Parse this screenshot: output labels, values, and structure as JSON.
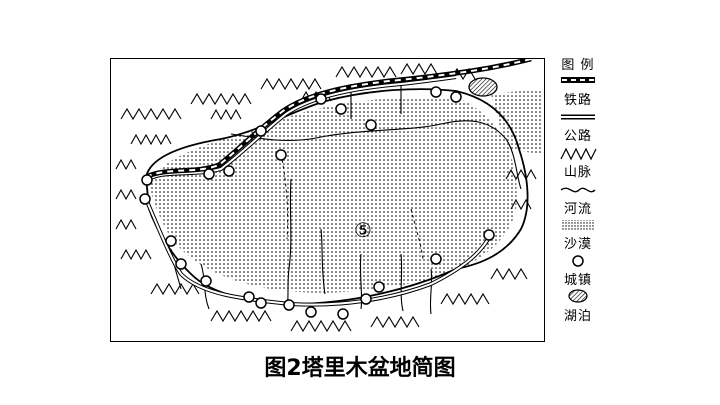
{
  "caption": "图2塔里木盆地简图",
  "map": {
    "region_marker": "⑤",
    "colors": {
      "ink": "#000000",
      "paper": "#ffffff"
    }
  },
  "legend": {
    "title": "图 例",
    "items": [
      {
        "label": "铁路",
        "symbol": "railway-icon"
      },
      {
        "label": "公路",
        "symbol": "road-icon"
      },
      {
        "label": "山脉",
        "symbol": "mountain-icon"
      },
      {
        "label": "河流",
        "symbol": "river-icon"
      },
      {
        "label": "沙漠",
        "symbol": "desert-icon"
      },
      {
        "label": "城镇",
        "symbol": "town-icon"
      },
      {
        "label": "湖泊",
        "symbol": "lake-icon"
      }
    ]
  }
}
